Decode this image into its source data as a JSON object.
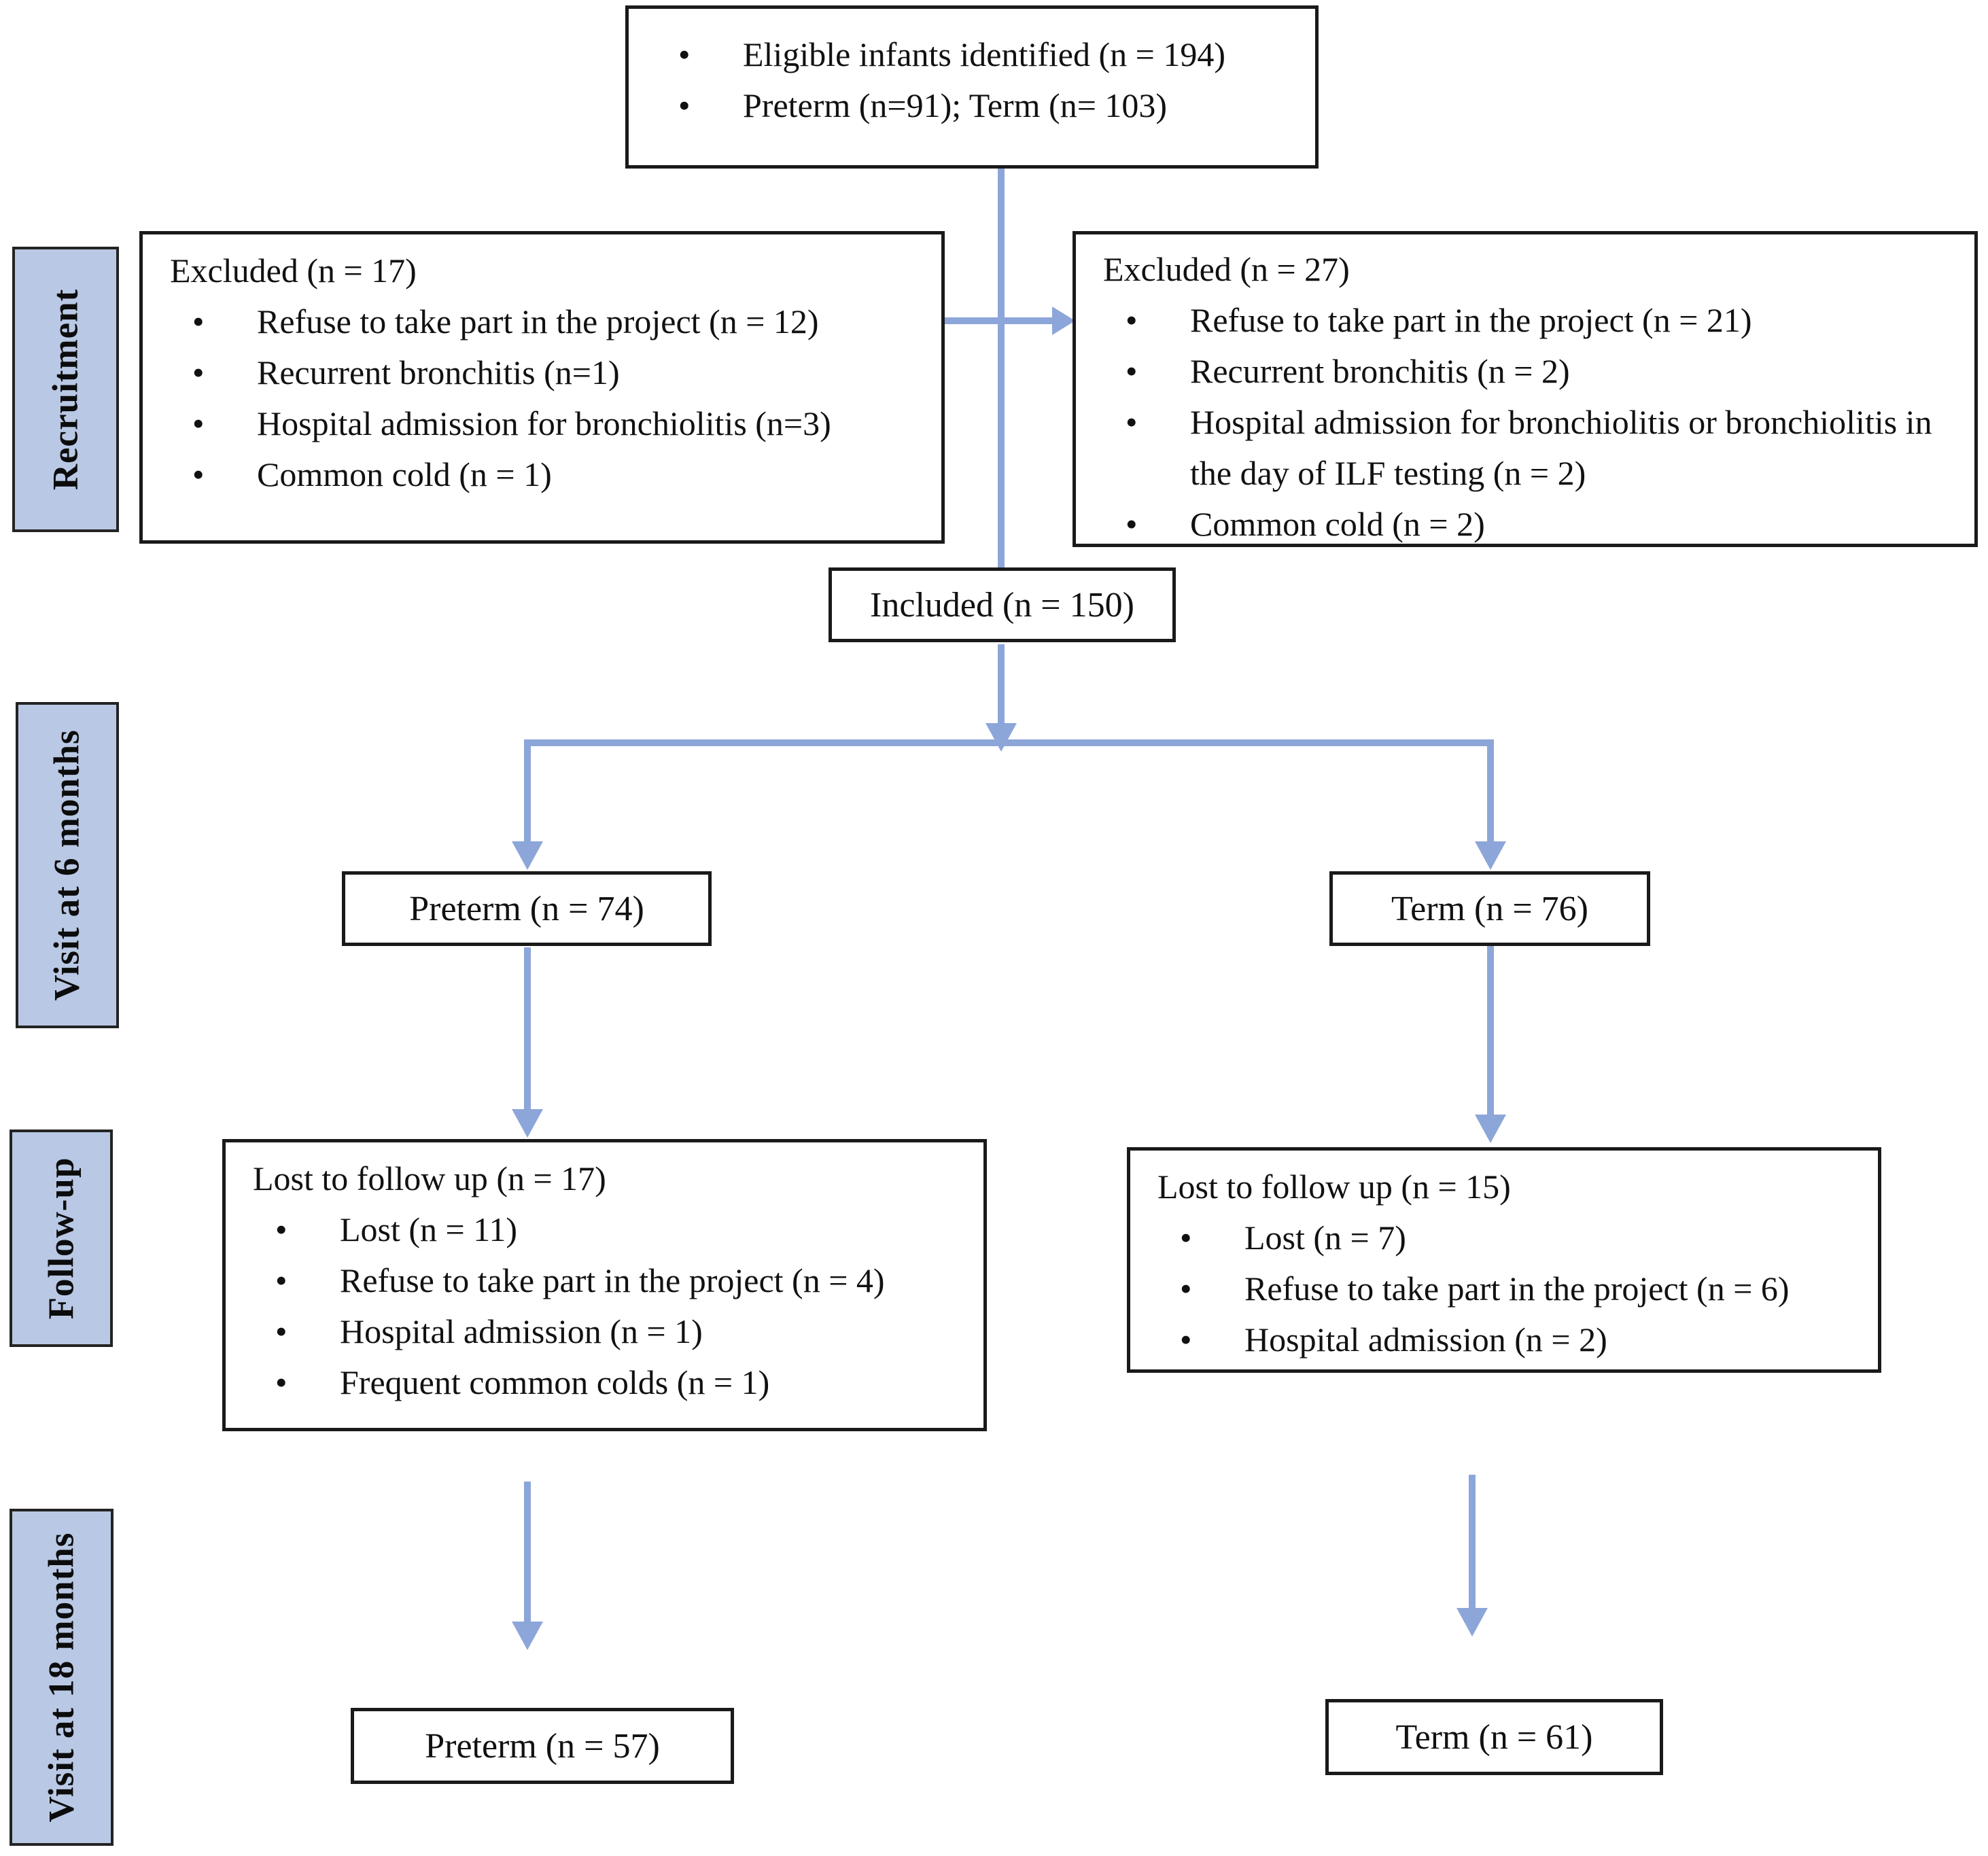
{
  "figure": {
    "type": "participant-flow-diagram"
  },
  "colors": {
    "arrow": "#8da6d9",
    "stage_fill": "#b9c8e4",
    "box_border": "#1a1a1a",
    "text": "#111111",
    "background": "#ffffff"
  },
  "stages": {
    "recruitment": "Recruitment",
    "visit6": "Visit at 6 months",
    "followup": "Follow-up",
    "visit18": "Visit at 18 months"
  },
  "boxes": {
    "eligible": {
      "items": [
        "Eligible infants identified (n = 194)",
        "Preterm (n=91); Term (n= 103)"
      ]
    },
    "excluded_left": {
      "title": "Excluded (n = 17)",
      "items": [
        "Refuse to take part in the project (n = 12)",
        "Recurrent bronchitis (n=1)",
        "Hospital admission for bronchiolitis (n=3)",
        "Common cold (n = 1)"
      ]
    },
    "excluded_right": {
      "title": "Excluded (n = 27)",
      "items": [
        "Refuse to take part in the project (n = 21)",
        "Recurrent bronchitis (n = 2)",
        "Hospital admission for bronchiolitis or bronchiolitis in the day of ILF testing (n = 2)",
        "Common cold (n = 2)"
      ]
    },
    "included": {
      "label": "Included (n = 150)"
    },
    "preterm_6m": {
      "label": "Preterm (n = 74)"
    },
    "term_6m": {
      "label": "Term (n = 76)"
    },
    "lost_left": {
      "title": "Lost to follow up (n = 17)",
      "items": [
        "Lost (n = 11)",
        "Refuse to take part in the project (n = 4)",
        "Hospital admission (n = 1)",
        "Frequent common colds (n = 1)"
      ]
    },
    "lost_right": {
      "title": "Lost to follow up (n = 15)",
      "items": [
        "Lost (n = 7)",
        "Refuse to take part in the project (n = 6)",
        "Hospital admission (n = 2)"
      ]
    },
    "preterm_18m": {
      "label": "Preterm (n = 57)"
    },
    "term_18m": {
      "label": "Term (n = 61)"
    }
  }
}
